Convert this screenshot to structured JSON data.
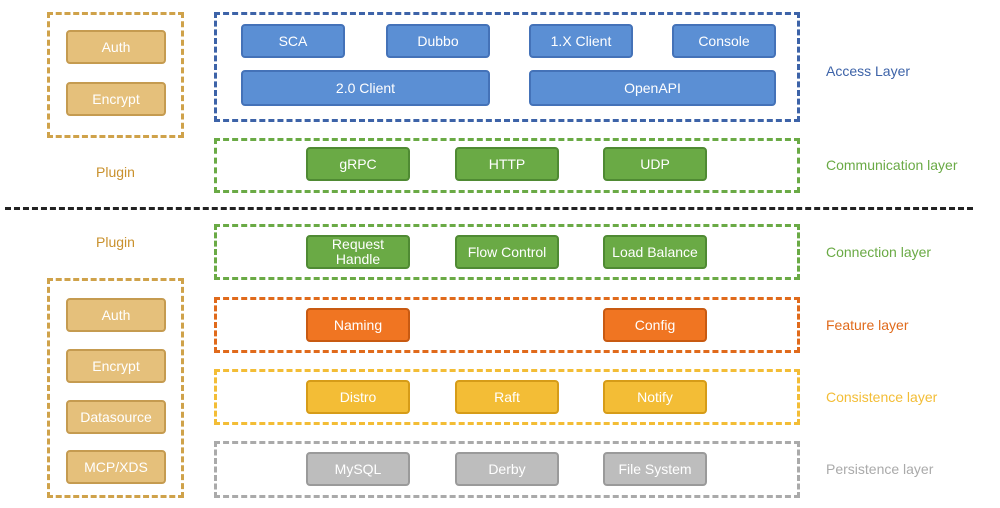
{
  "colors": {
    "access": "#3d63a8",
    "communication": "#6aaa45",
    "connection": "#6aaa45",
    "feature": "#e06a1b",
    "consistence": "#f3bd36",
    "persistence": "#aaaaaa",
    "plugin_frame": "#cfa24a",
    "plugin_text": "#c9912d"
  },
  "plugin_top": {
    "items": [
      "Auth",
      "Encrypt"
    ],
    "label": "Plugin"
  },
  "plugin_bottom": {
    "label": "Plugin",
    "items": [
      "Auth",
      "Encrypt",
      "Datasource",
      "MCP/XDS"
    ]
  },
  "layers": {
    "access": {
      "label": "Access Layer",
      "row1": [
        "SCA",
        "Dubbo",
        "1.X Client",
        "Console"
      ],
      "row2": [
        "2.0 Client",
        "OpenAPI"
      ]
    },
    "communication": {
      "label": "Communication layer",
      "items": [
        "gRPC",
        "HTTP",
        "UDP"
      ]
    },
    "connection": {
      "label": "Connection layer",
      "items": [
        "Request\nHandle",
        "Flow Control",
        "Load Balance"
      ]
    },
    "feature": {
      "label": "Feature layer",
      "items": [
        "Naming",
        "Config"
      ]
    },
    "consistence": {
      "label": "Consistence layer",
      "items": [
        "Distro",
        "Raft",
        "Notify"
      ]
    },
    "persistence": {
      "label": "Persistence layer",
      "items": [
        "MySQL",
        "Derby",
        "File System"
      ]
    }
  }
}
